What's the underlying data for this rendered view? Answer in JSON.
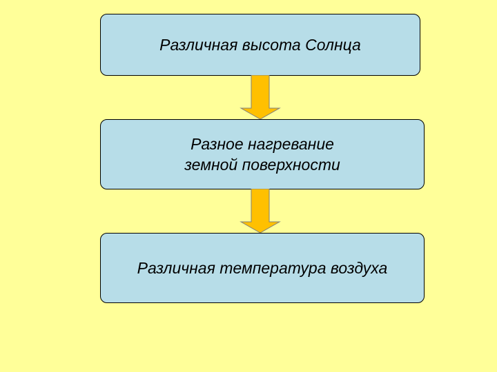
{
  "diagram": {
    "colors": {
      "background": "#FFFF99",
      "box_fill": "#B7DDE8",
      "box_border": "#000000",
      "arrow_fill": "#FFC000",
      "arrow_border": "#7F7F7F",
      "text": "#000000"
    },
    "boxes": [
      {
        "text": "Различная высота Солнца"
      },
      {
        "text": "Разное нагревание\nземной поверхности"
      },
      {
        "text": "Различная температура воздуха"
      }
    ],
    "connectors": [
      {
        "icon": "arrow-down-icon",
        "from": 0,
        "to": 1
      },
      {
        "icon": "arrow-down-icon",
        "from": 1,
        "to": 2
      }
    ]
  }
}
